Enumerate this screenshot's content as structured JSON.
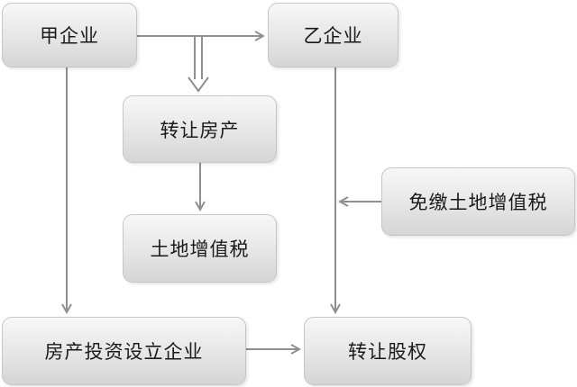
{
  "nodes": {
    "jia": "甲企业",
    "yi": "乙企业",
    "transfer_property": "转让房产",
    "land_vat": "土地增值税",
    "exempt_land_vat": "免缴土地增值税",
    "property_company": "房产投资设立企业",
    "transfer_equity": "转让股权"
  },
  "colors": {
    "arrow": "#8f8f8f",
    "box_border": "#c6c6c6",
    "box_fill_top": "#f7f7f7",
    "box_fill_bottom": "#d5d5d5",
    "text": "#1a1a1a"
  },
  "edges": [
    {
      "from": "jia",
      "to": "yi",
      "style": "solid"
    },
    {
      "from": "jia",
      "to": "transfer_property",
      "style": "hollow-double"
    },
    {
      "from": "transfer_property",
      "to": "land_vat",
      "style": "solid"
    },
    {
      "from": "jia",
      "to": "property_company",
      "style": "solid"
    },
    {
      "from": "yi",
      "to": "transfer_equity",
      "style": "solid"
    },
    {
      "from": "exempt_land_vat",
      "to": "yi-transfer_equity-line",
      "style": "solid"
    },
    {
      "from": "property_company",
      "to": "transfer_equity",
      "style": "solid"
    }
  ]
}
